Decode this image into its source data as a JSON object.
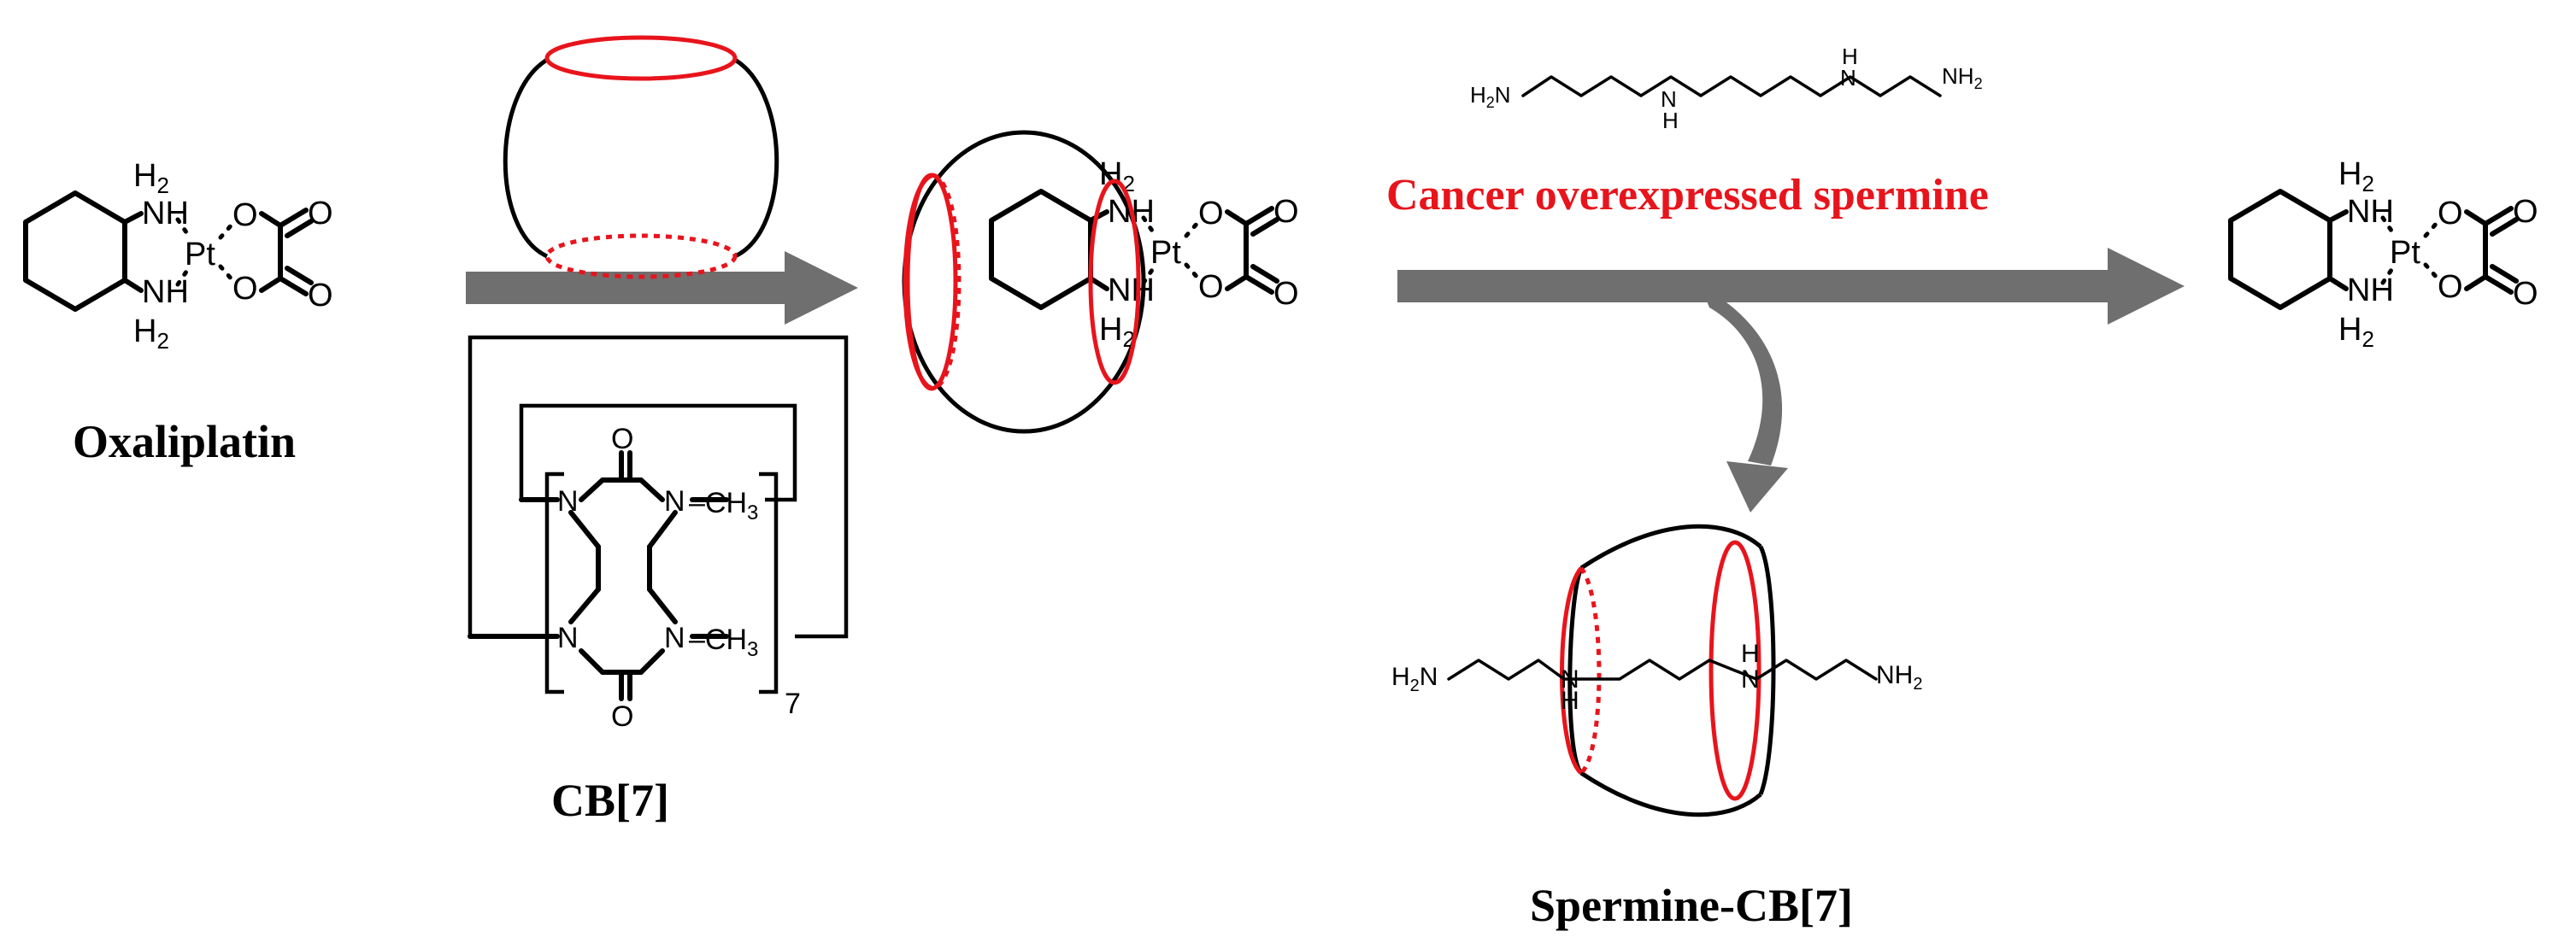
{
  "colors": {
    "accent_red": "#e8141c",
    "arrow_gray": "#6f6f6f",
    "ink": "#000000"
  },
  "captions": {
    "oxaliplatin": "Oxaliplatin",
    "cb7": "CB[7]",
    "condition": "Cancer overexpressed spermine",
    "spermine_cb7": "Spermine-CB[7]"
  },
  "atoms": {
    "h2": "H2",
    "nh": "NH",
    "n": "N",
    "pt": "Pt",
    "o": "O",
    "ch3": "–CH3",
    "nh2": "NH2",
    "h2n": "H2N",
    "h": "H",
    "repeat": "7"
  }
}
